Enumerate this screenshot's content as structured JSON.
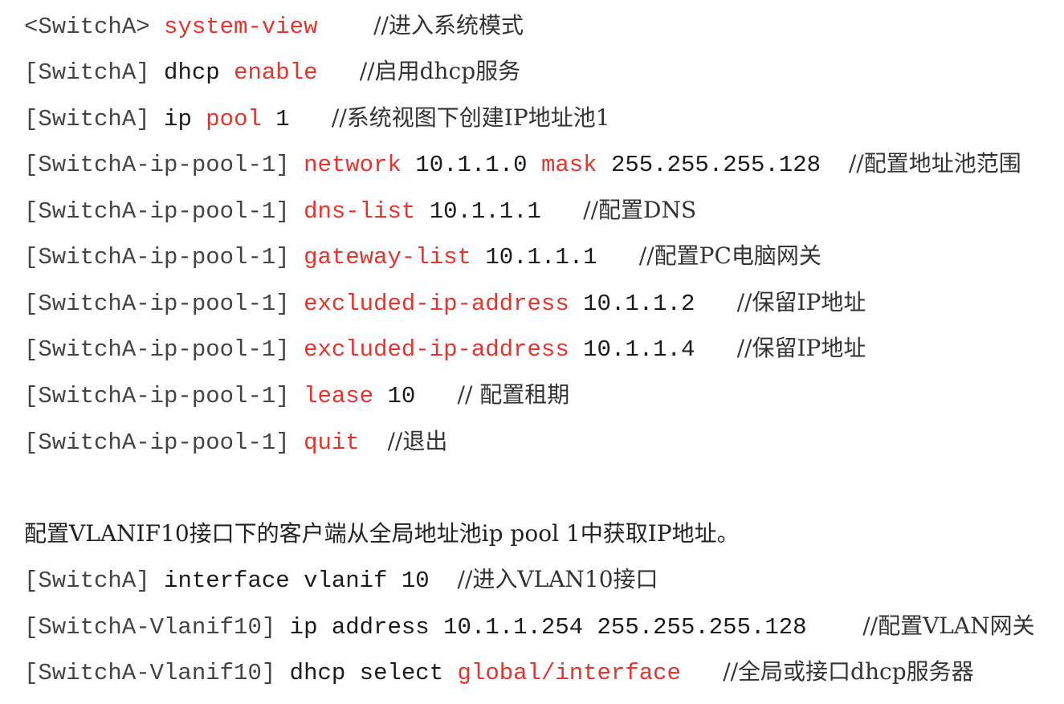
{
  "lines": [
    {
      "prompt": "<SwitchA>",
      "cmd": "",
      "kw": "system-view",
      "arg": "",
      "kw2": "",
      "arg2": "",
      "comment": "//进入系统模式"
    },
    {
      "prompt": "[SwitchA]",
      "cmd": "dhcp",
      "kw": "enable",
      "arg": "",
      "kw2": "",
      "arg2": "",
      "comment": "//启用dhcp服务"
    },
    {
      "prompt": "[SwitchA]",
      "cmd": "ip",
      "kw": "pool",
      "arg": "1",
      "kw2": "",
      "arg2": "",
      "comment": "//系统视图下创建IP地址池1"
    },
    {
      "prompt": "[SwitchA-ip-pool-1]",
      "cmd": "",
      "kw": "network",
      "arg": "10.1.1.0",
      "kw2": "mask",
      "arg2": "255.255.255.128",
      "comment": "//配置地址池范围"
    },
    {
      "prompt": "[SwitchA-ip-pool-1]",
      "cmd": "",
      "kw": "dns-list",
      "arg": "10.1.1.1",
      "kw2": "",
      "arg2": "",
      "comment": "//配置DNS"
    },
    {
      "prompt": "[SwitchA-ip-pool-1]",
      "cmd": "",
      "kw": "gateway-list",
      "arg": "10.1.1.1",
      "kw2": "",
      "arg2": "",
      "comment": "//配置PC电脑网关"
    },
    {
      "prompt": "[SwitchA-ip-pool-1]",
      "cmd": "",
      "kw": "excluded-ip-address",
      "arg": "10.1.1.2",
      "kw2": "",
      "arg2": "",
      "comment": "//保留IP地址"
    },
    {
      "prompt": "[SwitchA-ip-pool-1]",
      "cmd": "",
      "kw": "excluded-ip-address",
      "arg": "10.1.1.4",
      "kw2": "",
      "arg2": "",
      "comment": "//保留IP地址"
    },
    {
      "prompt": "[SwitchA-ip-pool-1]",
      "cmd": "",
      "kw": "lease",
      "arg": "10",
      "kw2": "",
      "arg2": "",
      "comment": "// 配置租期"
    },
    {
      "prompt": "[SwitchA-ip-pool-1]",
      "cmd": "",
      "kw": "quit",
      "arg": "",
      "kw2": "",
      "arg2": "",
      "comment": "//退出"
    }
  ],
  "paragraph": "配置VLANIF10接口下的客户端从全局地址池ip pool 1中获取IP地址。",
  "lines2": [
    {
      "prompt": "[SwitchA]",
      "cmd": "interface vlanif 10",
      "kw": "",
      "comment": "//进入VLAN10接口"
    },
    {
      "prompt": "[SwitchA-Vlanif10]",
      "cmd": "ip address 10.1.1.254 255.255.255.128",
      "kw": "",
      "comment": "//配置VLAN网关"
    },
    {
      "prompt": "[SwitchA-Vlanif10]",
      "cmd": "dhcp select",
      "kw": "global/interface",
      "comment": "//全局或接口dhcp服务器"
    }
  ]
}
